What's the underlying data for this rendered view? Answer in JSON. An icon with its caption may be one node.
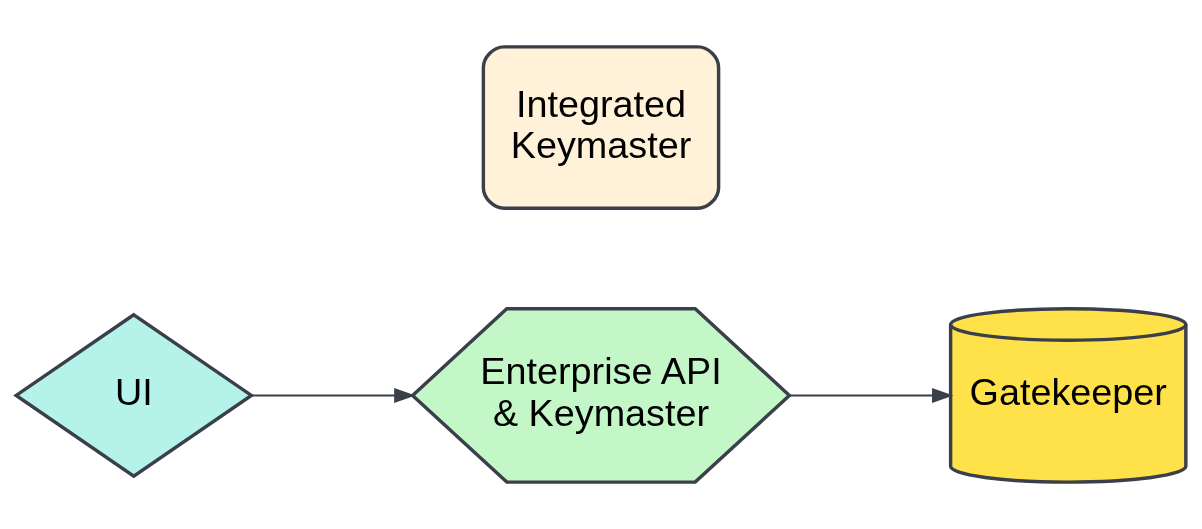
{
  "diagram": {
    "nodes": [
      {
        "text": [
          "Integrated Keymaster"
        ]
      },
      {
        "text": [
          "UI"
        ]
      },
      {
        "text": [
          "Enterprise API & Keymaster"
        ]
      },
      {
        "text": [
          "Gatekeeper"
        ]
      }
    ],
    "edges": [
      {
        "from": 1,
        "to": 2,
        "arrow": "to"
      },
      {
        "from": 2,
        "to": 3,
        "arrow": "to"
      }
    ]
  }
}
